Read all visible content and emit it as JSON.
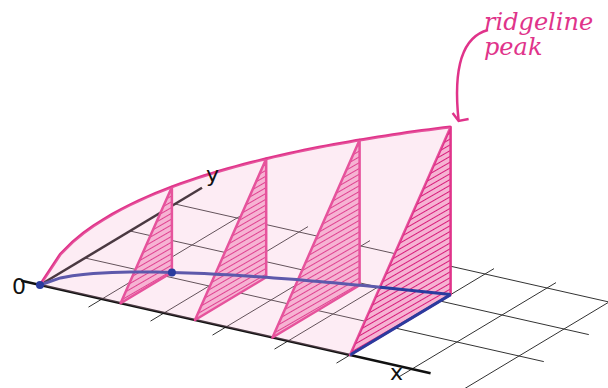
{
  "diagram": {
    "labels": [
      "ridgeline peak",
      "y",
      "0",
      "x"
    ]
  }
}
